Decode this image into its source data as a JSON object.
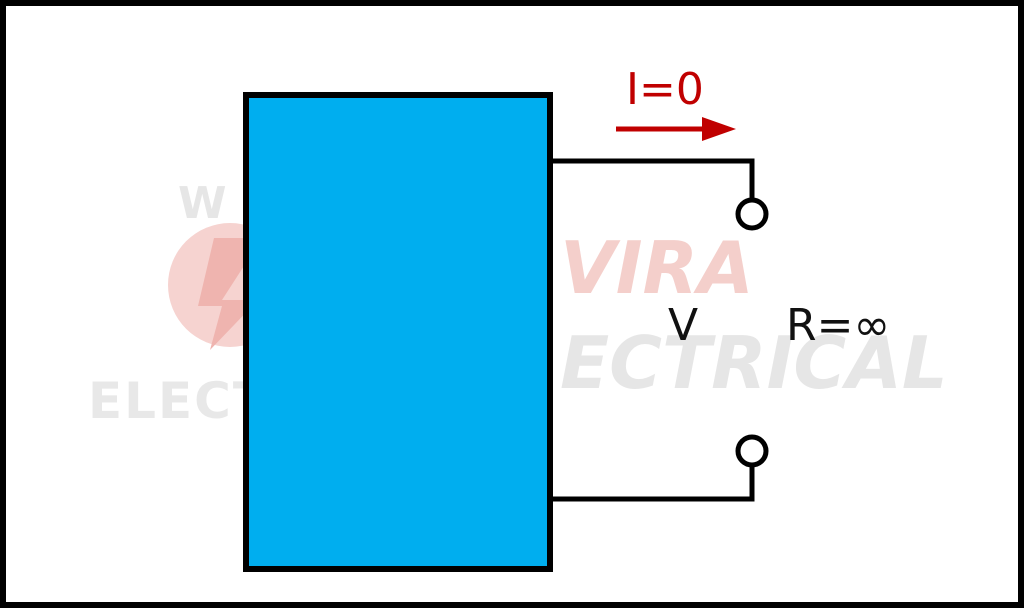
{
  "diagram": {
    "current_label": "I=0",
    "voltage_label": "V",
    "resistance_label": "R=∞",
    "colors": {
      "frame": "#000000",
      "block_fill": "#00AEEF",
      "block_stroke": "#000000",
      "wire": "#000000",
      "arrow": "#C00000",
      "current_text": "#C00000",
      "label_text": "#111111",
      "watermark_logo": "#F3C9C6",
      "watermark_text": "#E3E3E3"
    }
  },
  "watermark": {
    "line1": "W",
    "brand": "VIRA",
    "line2": "ELECTRICAL",
    "line3": "ELECT",
    "fragment": "ECTRICAL"
  }
}
